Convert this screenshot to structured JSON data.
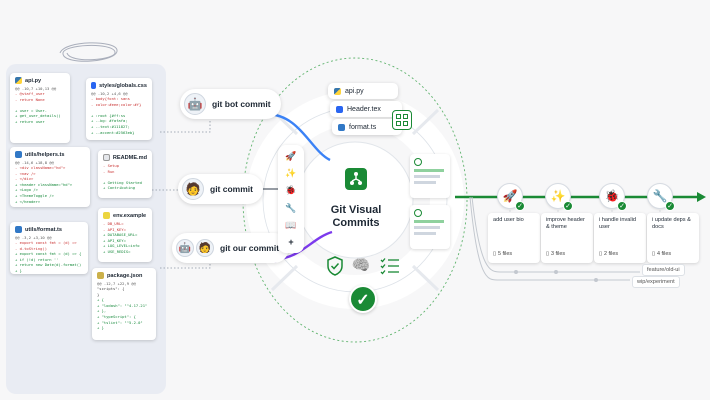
{
  "files": [
    {
      "name": "api.py",
      "icon": "python-icon",
      "meta": "@@ -10,7 +10,13 @@",
      "lines": [
        [
          "del",
          "- @staff_user"
        ],
        [
          "del",
          "- return None"
        ],
        [
          "ctx",
          ""
        ],
        [
          "add",
          "+ user = User."
        ],
        [
          "add",
          "+   get_user_details()"
        ],
        [
          "add",
          "+ return user"
        ]
      ]
    },
    {
      "name": "styles/globals.css",
      "icon": "css-icon",
      "meta": "@@ -10,2 +4,6 @@",
      "lines": [
        [
          "del",
          "- body{font: sans"
        ],
        [
          "del",
          "- color:#eee;color:#f}"
        ],
        [
          "ctx",
          ""
        ],
        [
          "add",
          "+ :root {#ff:ss"
        ],
        [
          "add",
          "+ --bg: #fafafa;"
        ],
        [
          "add",
          "+ --text:#111827;"
        ],
        [
          "add",
          "+ --accent:#2563eb}"
        ]
      ]
    },
    {
      "name": "utils/helpers.ts",
      "icon": "typescript-icon",
      "meta": "@@ -14,6 +18,8 @@",
      "lines": [
        [
          "del",
          "- <div className=\"hd\">"
        ],
        [
          "del",
          "-   <nav />"
        ],
        [
          "del",
          "- </div>"
        ],
        [
          "ctx",
          ""
        ],
        [
          "add",
          "+ <header className=\"hd\">"
        ],
        [
          "add",
          "+   <Logo />"
        ],
        [
          "add",
          "+   <ThemeToggle />"
        ],
        [
          "add",
          "+ </header>"
        ]
      ]
    },
    {
      "name": "README.md",
      "icon": "markdown-icon",
      "meta": "",
      "lines": [
        [
          "del",
          "- Setup"
        ],
        [
          "del",
          "- Run"
        ],
        [
          "ctx",
          ""
        ],
        [
          "add",
          "+ Getting Started"
        ],
        [
          "add",
          "+ Contributing"
        ]
      ]
    },
    {
      "name": "utils/format.ts",
      "icon": "typescript-icon",
      "meta": "@@ -3,2 +3,10 @@",
      "lines": [
        [
          "del",
          "- export const fmt = (d) =>"
        ],
        [
          "del",
          "-   d.toString()"
        ],
        [
          "ctx",
          ""
        ],
        [
          "add",
          "+ export const fmt = (d) => {"
        ],
        [
          "add",
          "+   if (!d) return ''"
        ],
        [
          "add",
          "+   return new Date(d).format()"
        ],
        [
          "add",
          "+ }"
        ]
      ]
    },
    {
      "name": "env.example",
      "icon": "env-icon",
      "meta": "",
      "lines": [
        [
          "del",
          "- DB_URL="
        ],
        [
          "del",
          "- API_KEY="
        ],
        [
          "ctx",
          ""
        ],
        [
          "add",
          "+ DATABASE_URL="
        ],
        [
          "add",
          "+ API_KEY="
        ],
        [
          "add",
          "+ LOG_LEVEL=info"
        ],
        [
          "add",
          "+ USE_REDIS="
        ]
      ]
    },
    {
      "name": "package.json",
      "icon": "json-icon",
      "meta": "@@ -12,7 +22,9 @@",
      "lines": [
        [
          "ctx",
          "  \"scripts\": {"
        ],
        [
          "ctx",
          "  }"
        ],
        [
          "ctx",
          ""
        ],
        [
          "add",
          "+ {"
        ],
        [
          "add",
          "+   \"lodash\": \"^4.17.21\""
        ],
        [
          "add",
          "+ },"
        ],
        [
          "add",
          "+ \"typeScript\": {"
        ],
        [
          "add",
          "+   \"tslint\": \"^5.2.0\""
        ],
        [
          "add",
          "+ }"
        ]
      ]
    }
  ],
  "commits_in": [
    {
      "label": "git bot commit",
      "avatar": "robot-icon"
    },
    {
      "label": "git commit",
      "avatar": "person-icon"
    },
    {
      "label": "git our commit",
      "avatar": "robot-and-person-icon"
    }
  ],
  "stack_files": [
    "api.py",
    "Header.tex",
    "format.ts"
  ],
  "center": {
    "line1": "Git Visual",
    "line2": "Commits"
  },
  "tools": [
    "rocket-icon",
    "sparkle-icon",
    "bug-icon",
    "wrench-icon",
    "book-icon",
    "plus-icon"
  ],
  "commits_out": [
    {
      "icon": "rocket-icon",
      "title": "add user bio",
      "files": "5 files"
    },
    {
      "icon": "sparkle-icon",
      "title": "improve header & theme",
      "files": "3 files"
    },
    {
      "icon": "bug-icon",
      "title": "i handle invalid user",
      "files": "2 files"
    },
    {
      "icon": "wrench-icon",
      "title": "i update deps & docs",
      "files": "4 files"
    }
  ],
  "branches": [
    "feature/old-ui",
    "wip/experiment"
  ],
  "colors": {
    "green": "#1a8a35",
    "blue": "#3b82f6",
    "purple": "#7c3aed",
    "panel": "#e9ecf3"
  }
}
